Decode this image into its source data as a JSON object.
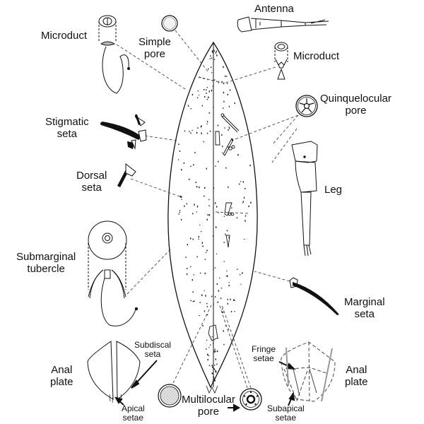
{
  "figure": {
    "subject": "scale insect slide mount (dorsal/ventral body outline)",
    "colors": {
      "ink": "#111111",
      "paper": "#ffffff",
      "stipple": "#bdbdbd"
    }
  },
  "labels": {
    "microduct_left": [
      "Microduct"
    ],
    "simple_pore": [
      "Simple",
      "pore"
    ],
    "antenna": [
      "Antenna"
    ],
    "microduct_right": [
      "Microduct"
    ],
    "quinquelocular_pore": [
      "Quinquelocular",
      "pore"
    ],
    "stigmatic_seta": [
      "Stigmatic",
      "seta"
    ],
    "dorsal_seta": [
      "Dorsal",
      "seta"
    ],
    "leg": [
      "Leg"
    ],
    "submarginal_tubercle": [
      "Submarginal",
      "tubercle"
    ],
    "marginal_seta": [
      "Marginal",
      "seta"
    ],
    "anal_plate_left": [
      "Anal",
      "plate"
    ],
    "subdiscal_seta": [
      "Subdiscal",
      "seta"
    ],
    "apical_setae": [
      "Apical",
      "setae"
    ],
    "multilocular_pore": [
      "Multilocular",
      "pore"
    ],
    "fringe_setae": [
      "Fringe",
      "setae"
    ],
    "subapical_setae": [
      "Subapical",
      "setae"
    ],
    "anal_plate_right": [
      "Anal",
      "plate"
    ]
  }
}
